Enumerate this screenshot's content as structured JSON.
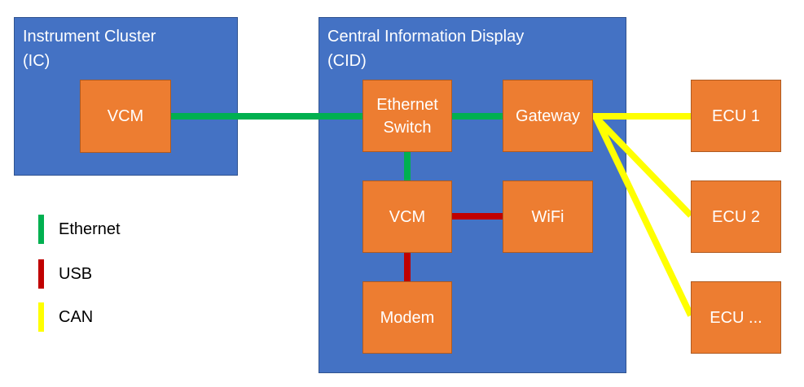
{
  "colors": {
    "group_fill": "#4472c4",
    "node_fill": "#ed7d31",
    "ethernet": "#00b050",
    "usb": "#c00000",
    "can": "#ffff00"
  },
  "groups": {
    "ic": {
      "title": "Instrument Cluster\n(IC)"
    },
    "cid": {
      "title": "Central Information Display\n(CID)"
    }
  },
  "nodes": {
    "ic_vcm": "VCM",
    "ethernet_switch": "Ethernet\nSwitch",
    "gateway": "Gateway",
    "cid_vcm": "VCM",
    "wifi": "WiFi",
    "modem": "Modem",
    "ecu1": "ECU 1",
    "ecu2": "ECU 2",
    "ecu3": "ECU ..."
  },
  "connections": [
    {
      "from": "ic_vcm",
      "to": "ethernet_switch",
      "type": "Ethernet"
    },
    {
      "from": "ethernet_switch",
      "to": "gateway",
      "type": "Ethernet"
    },
    {
      "from": "ethernet_switch",
      "to": "cid_vcm",
      "type": "Ethernet"
    },
    {
      "from": "cid_vcm",
      "to": "wifi",
      "type": "USB"
    },
    {
      "from": "cid_vcm",
      "to": "modem",
      "type": "USB"
    },
    {
      "from": "gateway",
      "to": "ecu1",
      "type": "CAN"
    },
    {
      "from": "gateway",
      "to": "ecu2",
      "type": "CAN"
    },
    {
      "from": "gateway",
      "to": "ecu3",
      "type": "CAN"
    }
  ],
  "legend": {
    "ethernet": "Ethernet",
    "usb": "USB",
    "can": "CAN"
  }
}
